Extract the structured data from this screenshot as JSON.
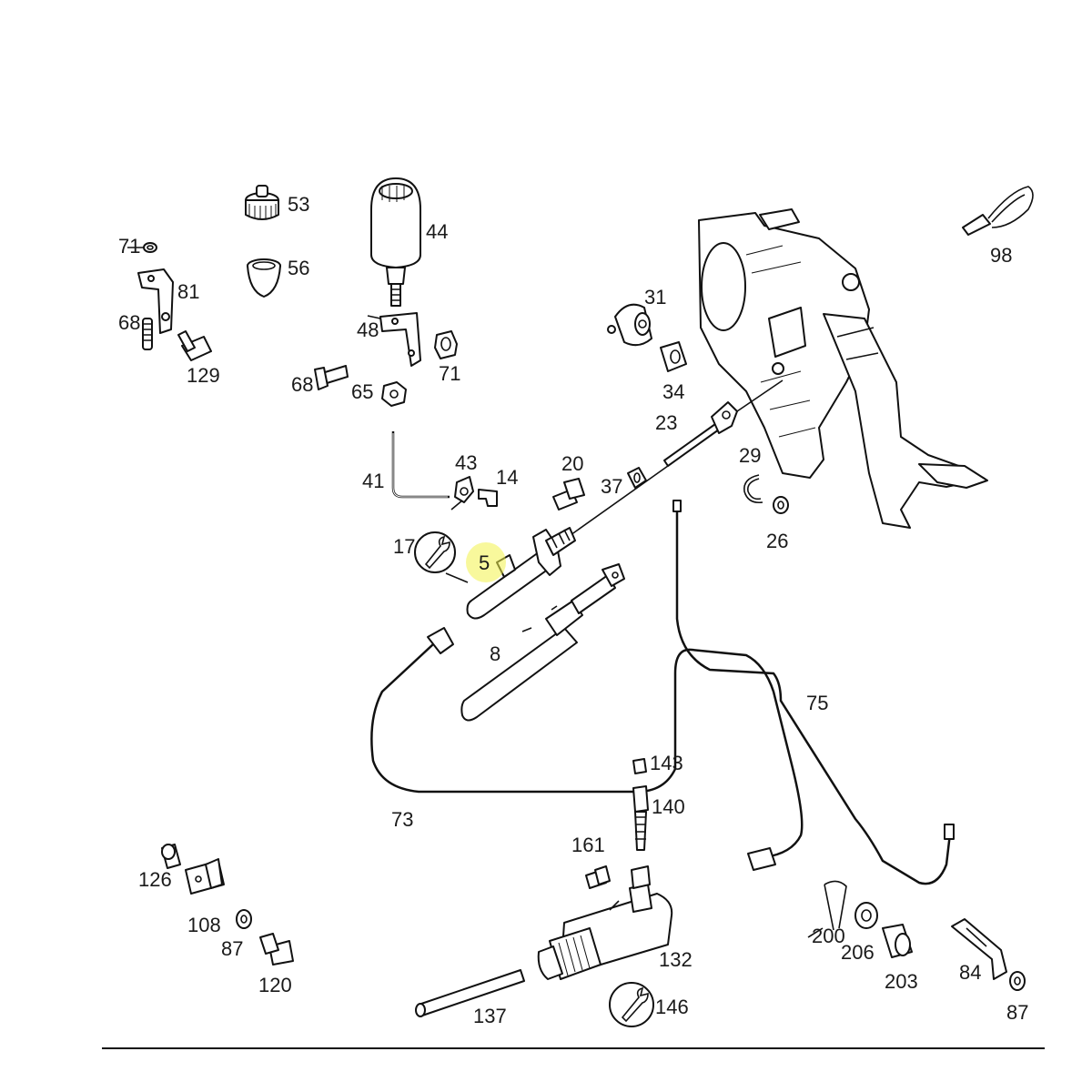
{
  "diagram": {
    "highlighted_part": "5",
    "callouts": {
      "c53": "53",
      "c44": "44",
      "c71a": "71",
      "c81": "81",
      "c56": "56",
      "c68a": "68",
      "c129": "129",
      "c48": "48",
      "c71b": "71",
      "c68b": "68",
      "c65": "65",
      "c31": "31",
      "c34": "34",
      "c98": "98",
      "c23": "23",
      "c43": "43",
      "c14": "14",
      "c41": "41",
      "c20": "20",
      "c37": "37",
      "c29": "29",
      "c26": "26",
      "c17": "17",
      "c5": "5",
      "c8": "8",
      "c75": "75",
      "c73": "73",
      "c143": "143",
      "c140": "140",
      "c161": "161",
      "c126": "126",
      "c108": "108",
      "c87a": "87",
      "c120": "120",
      "c132": "132",
      "c200": "200",
      "c206": "206",
      "c203": "203",
      "c84": "84",
      "c87b": "87",
      "c137": "137",
      "c146": "146"
    }
  }
}
